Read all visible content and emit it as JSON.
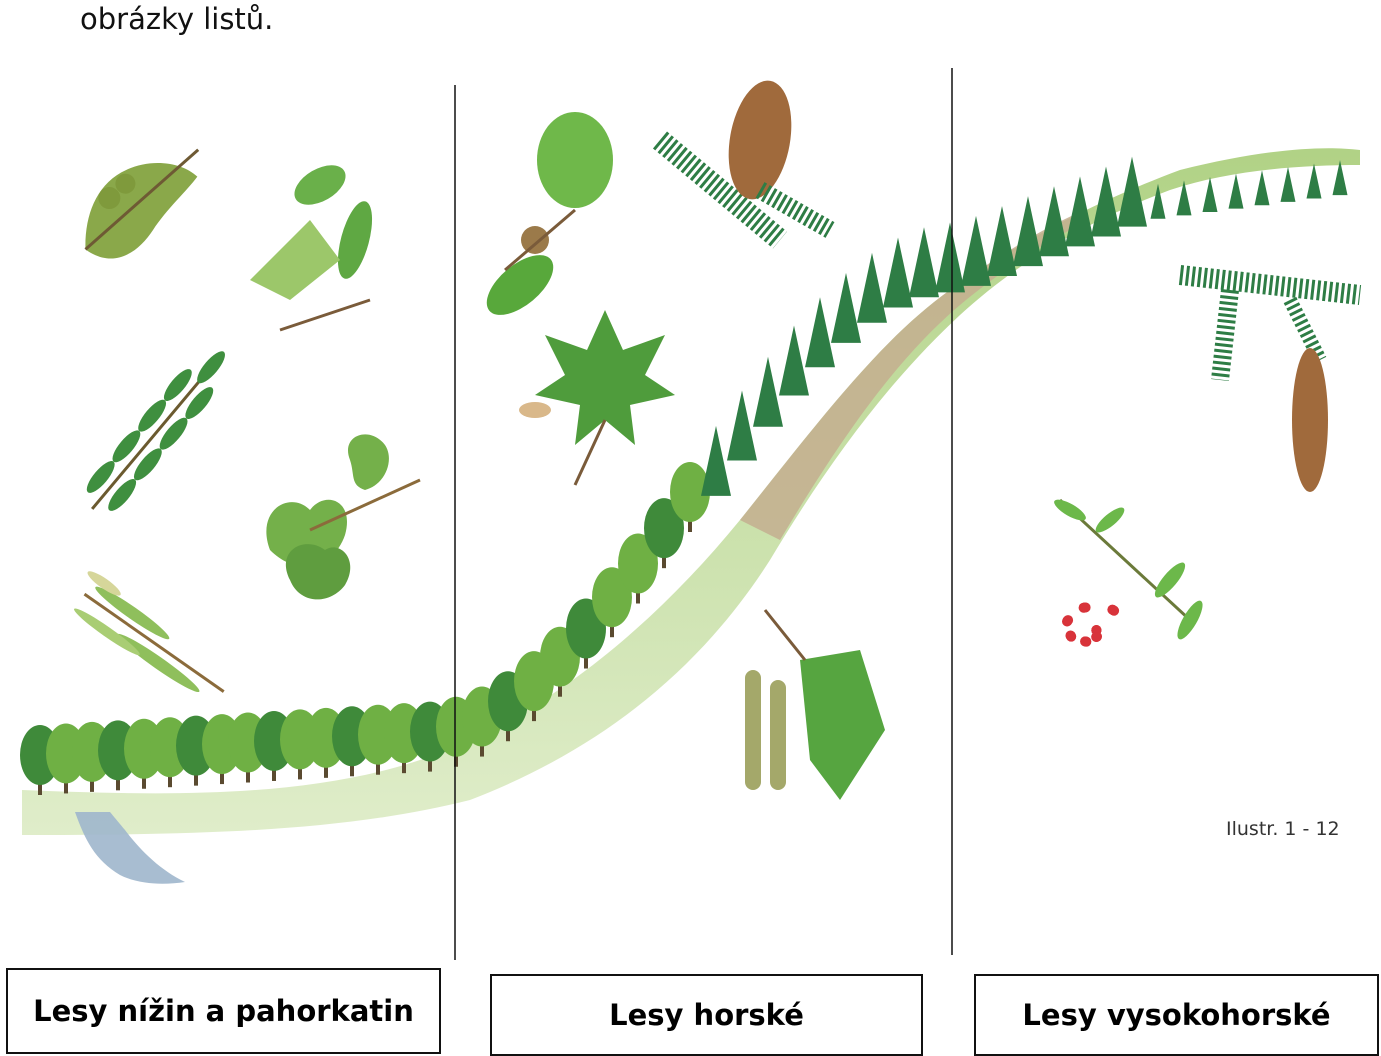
{
  "intro_text": "obrázky listů.",
  "caption": "Ilustr. 1 - 12",
  "zones": [
    {
      "label": "Lesy nížin a pahorkatin"
    },
    {
      "label": "Lesy horské"
    },
    {
      "label": "Lesy vysokohorské"
    }
  ],
  "colors": {
    "ground_light": "#c9dfa4",
    "ground_mid": "#9cc46a",
    "soil": "#bda78a",
    "water": "#9fb6cc",
    "deciduous": "#6fb044",
    "deciduous_dark": "#3f8a3a",
    "conifer": "#2e7d45",
    "cone": "#a06a3c",
    "rowan_berry": "#d8333a"
  }
}
